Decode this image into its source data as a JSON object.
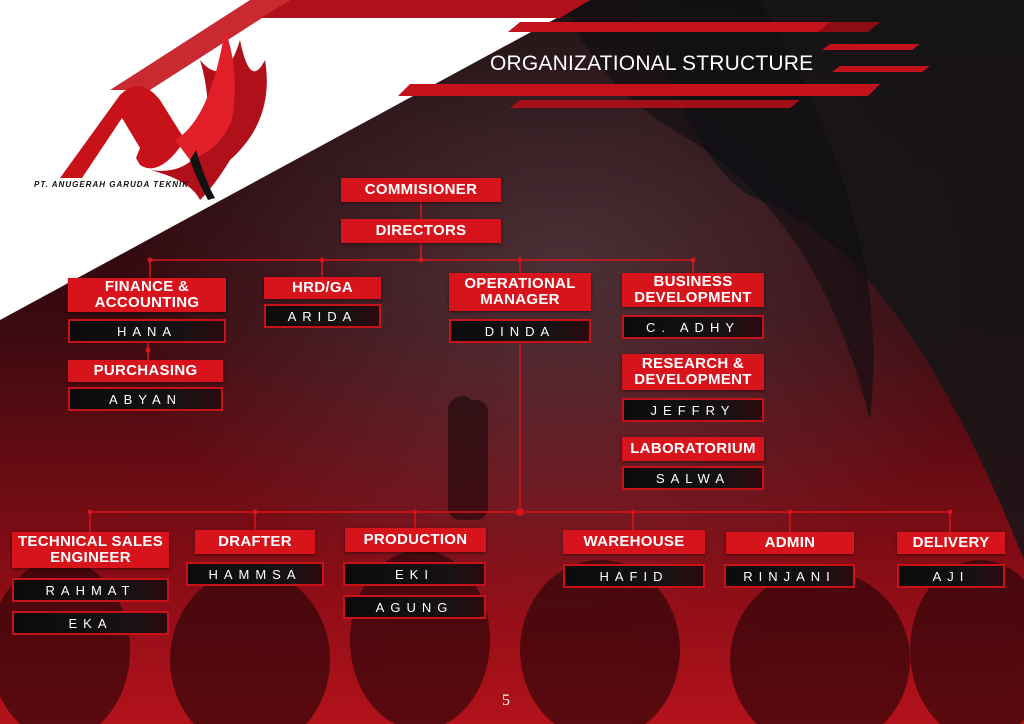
{
  "page": {
    "title": "ORGANIZATIONAL STRUCTURE",
    "page_number": "5",
    "company": "PT. ANUGERAH GARUDA TEKNIK"
  },
  "colors": {
    "accent": "#d7141c",
    "name_bar": "#0b0b0c",
    "background": "#3a0a10"
  },
  "top": {
    "commissioner": "COMMISIONER",
    "directors": "DIRECTORS"
  },
  "level1": {
    "finance": {
      "label": "FINANCE & ACCOUNTING",
      "name": "HANA"
    },
    "purchasing": {
      "label": "PURCHASING",
      "name": "ABYAN"
    },
    "hrd": {
      "label": "HRD/GA",
      "name": "ARIDA"
    },
    "operational": {
      "label": "OPERATIONAL MANAGER",
      "name": "DINDA"
    },
    "business": {
      "label": "BUSINESS DEVELOPMENT",
      "name": "C. ADHY"
    },
    "research": {
      "label": "RESEARCH & DEVELOPMENT",
      "name": "JEFFRY"
    },
    "laboratorium": {
      "label": "LABORATORIUM",
      "name": "SALWA"
    }
  },
  "level2": {
    "tse": {
      "label": "TECHNICAL SALES ENGINEER",
      "names": [
        "RAHMAT",
        "EKA"
      ]
    },
    "drafter": {
      "label": "DRAFTER",
      "names": [
        "HAMMSA"
      ]
    },
    "production": {
      "label": "PRODUCTION",
      "names": [
        "EKI",
        "AGUNG"
      ]
    },
    "warehouse": {
      "label": "WAREHOUSE",
      "names": [
        "HAFID"
      ]
    },
    "admin": {
      "label": "ADMIN",
      "names": [
        "RINJANI"
      ]
    },
    "delivery": {
      "label": "DELIVERY",
      "names": [
        "AJI"
      ]
    }
  }
}
